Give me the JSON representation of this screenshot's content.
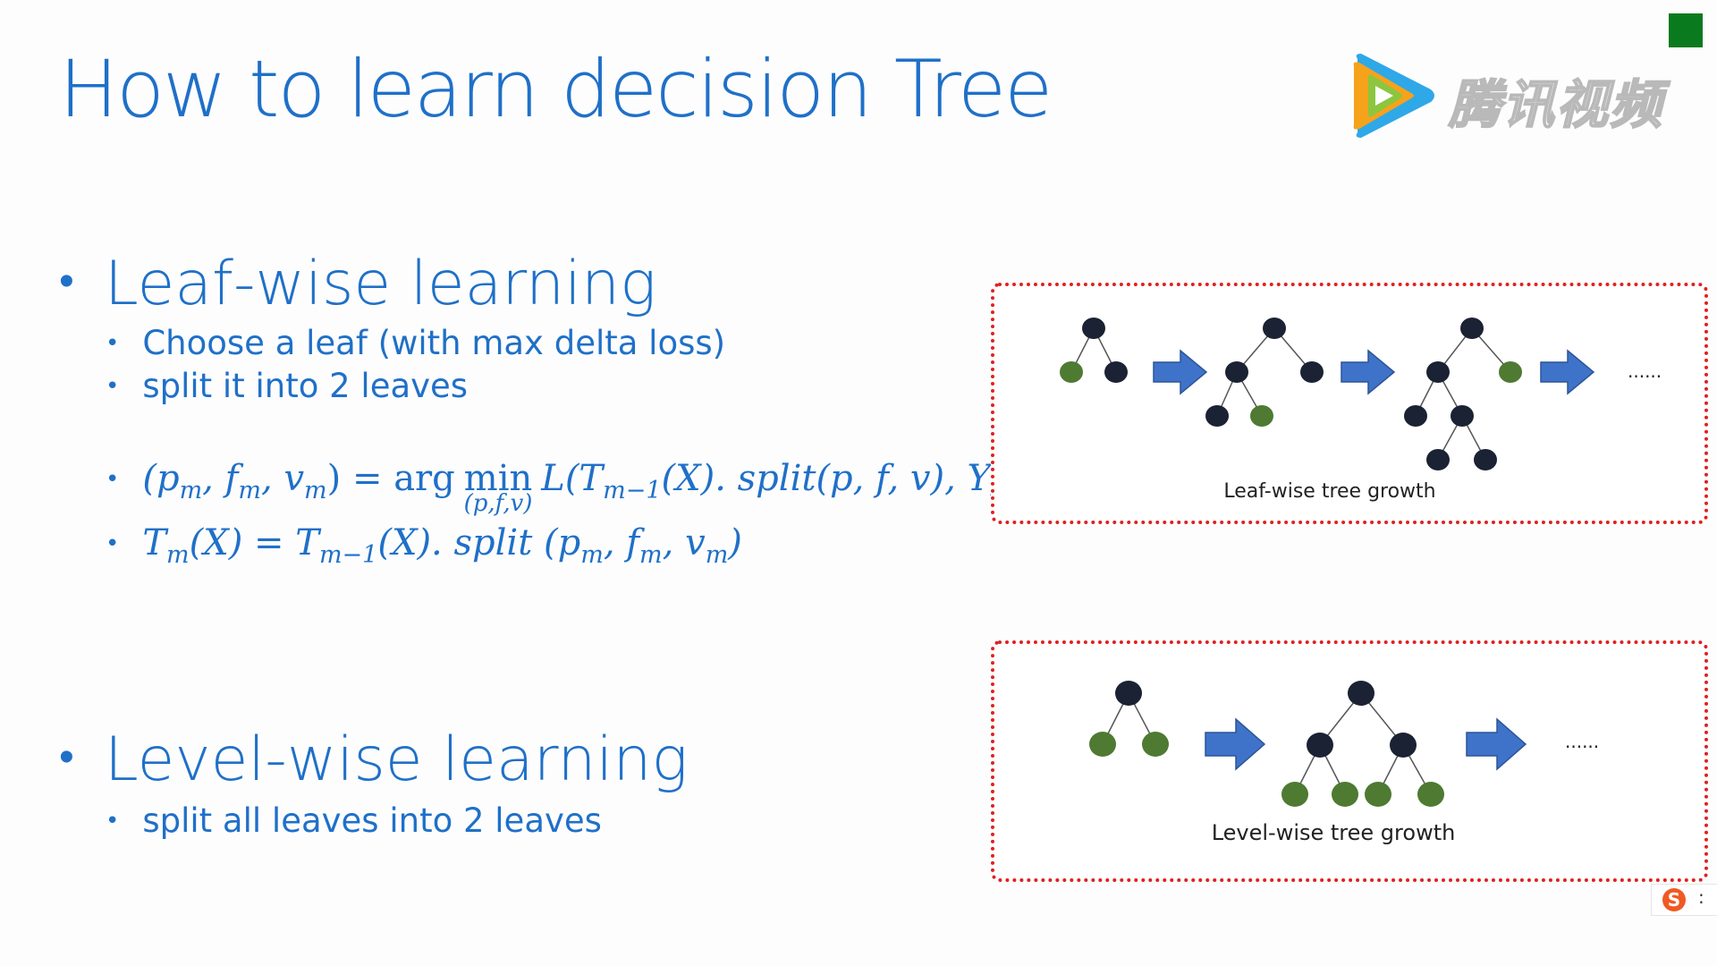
{
  "slide": {
    "title": "How to learn decision Tree",
    "leafwise": {
      "heading": "Leaf-wise learning",
      "points": [
        "Choose a leaf (with max delta loss)",
        "split it into 2 leaves"
      ]
    },
    "formulas": {
      "f1_lhs": "(p",
      "m": "m",
      "m1": "m−1",
      "comma_f": ", f",
      "comma_v": ", v",
      "close_eq": ") = arg",
      "min": "min",
      "min_under": "(p,f,v)",
      "loss_open": "L(T",
      "loss_rest": "(X). split(p, f, v), Y)",
      "f2_T": "T",
      "f2_mid": "(X) = T",
      "f2_rest": "(X). split (p",
      "f2_close": ")"
    },
    "levelwise": {
      "heading": "Level-wise learning",
      "points": [
        "split all leaves into 2 leaves"
      ]
    }
  },
  "diagrams": {
    "leafwise_caption": "Leaf-wise tree growth",
    "levelwise_caption": "Level-wise tree growth",
    "ellipsis": "......"
  },
  "logo": {
    "text": "腾讯视频"
  },
  "ime": {
    "glyph": "S",
    "extra": ":"
  },
  "colors": {
    "title": "#1f70c8",
    "node_dark": "#1a2233",
    "node_green": "#4e7a32",
    "arrow": "#3f73c9",
    "box_border": "#e02020",
    "corner_square": "#0a7a1e"
  }
}
